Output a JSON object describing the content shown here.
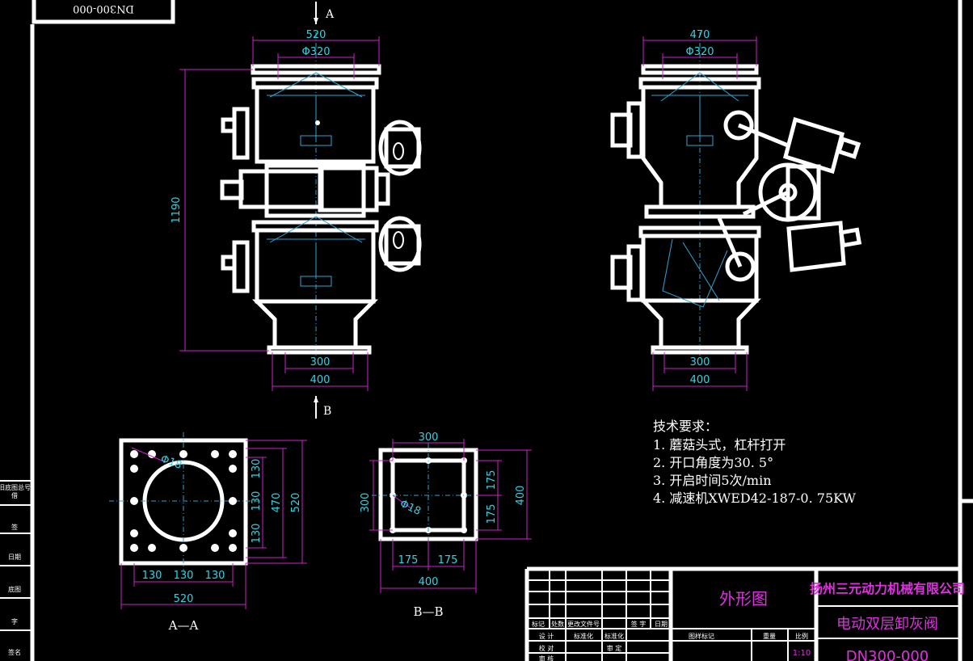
{
  "corner_label": "DN300-000",
  "section_a": "A",
  "section_b": "B",
  "front_dims": {
    "top_outer": "520",
    "top_inner": "Φ320",
    "height": "1190",
    "bottom_inner": "300",
    "bottom_outer": "400"
  },
  "side_dims": {
    "top_outer": "470",
    "top_inner": "Φ320",
    "bottom_inner": "300",
    "bottom_outer": "400"
  },
  "aa_view": {
    "caption": "A—A",
    "hole": "Φ18",
    "pitch": "130",
    "inner": "470",
    "outer": "520"
  },
  "bb_view": {
    "caption": "B—B",
    "top": "300",
    "side": "300",
    "hole": "Φ18",
    "half": "175",
    "outer": "400"
  },
  "tech": {
    "title": "技术要求：",
    "items": [
      "1. 蘑菇头式，杠杆打开",
      "2. 开口角度为30. 5°",
      "3. 开启时间5次/min",
      "4. 减速机XWED42-187-0. 75KW"
    ]
  },
  "title_block": {
    "drawing_type": "外形图",
    "company": "扬州三元动力机械有限公司",
    "product": "电动双层卸灰阀",
    "code": "DN300-000",
    "scale": "1:10",
    "header_cells": [
      "标记",
      "处数",
      "更改文件号",
      "签 字",
      "日期"
    ],
    "row_labels": [
      "设 计",
      "校 对",
      "审 核"
    ],
    "std": "标准化",
    "approve": "审 定",
    "mark": "图样标记",
    "weight": "重量",
    "ratio": "比例",
    "std_val": "标准化"
  },
  "left_strip": [
    "旧底图总号",
    "借",
    "签",
    "日期",
    "底图",
    "字",
    "签名"
  ]
}
